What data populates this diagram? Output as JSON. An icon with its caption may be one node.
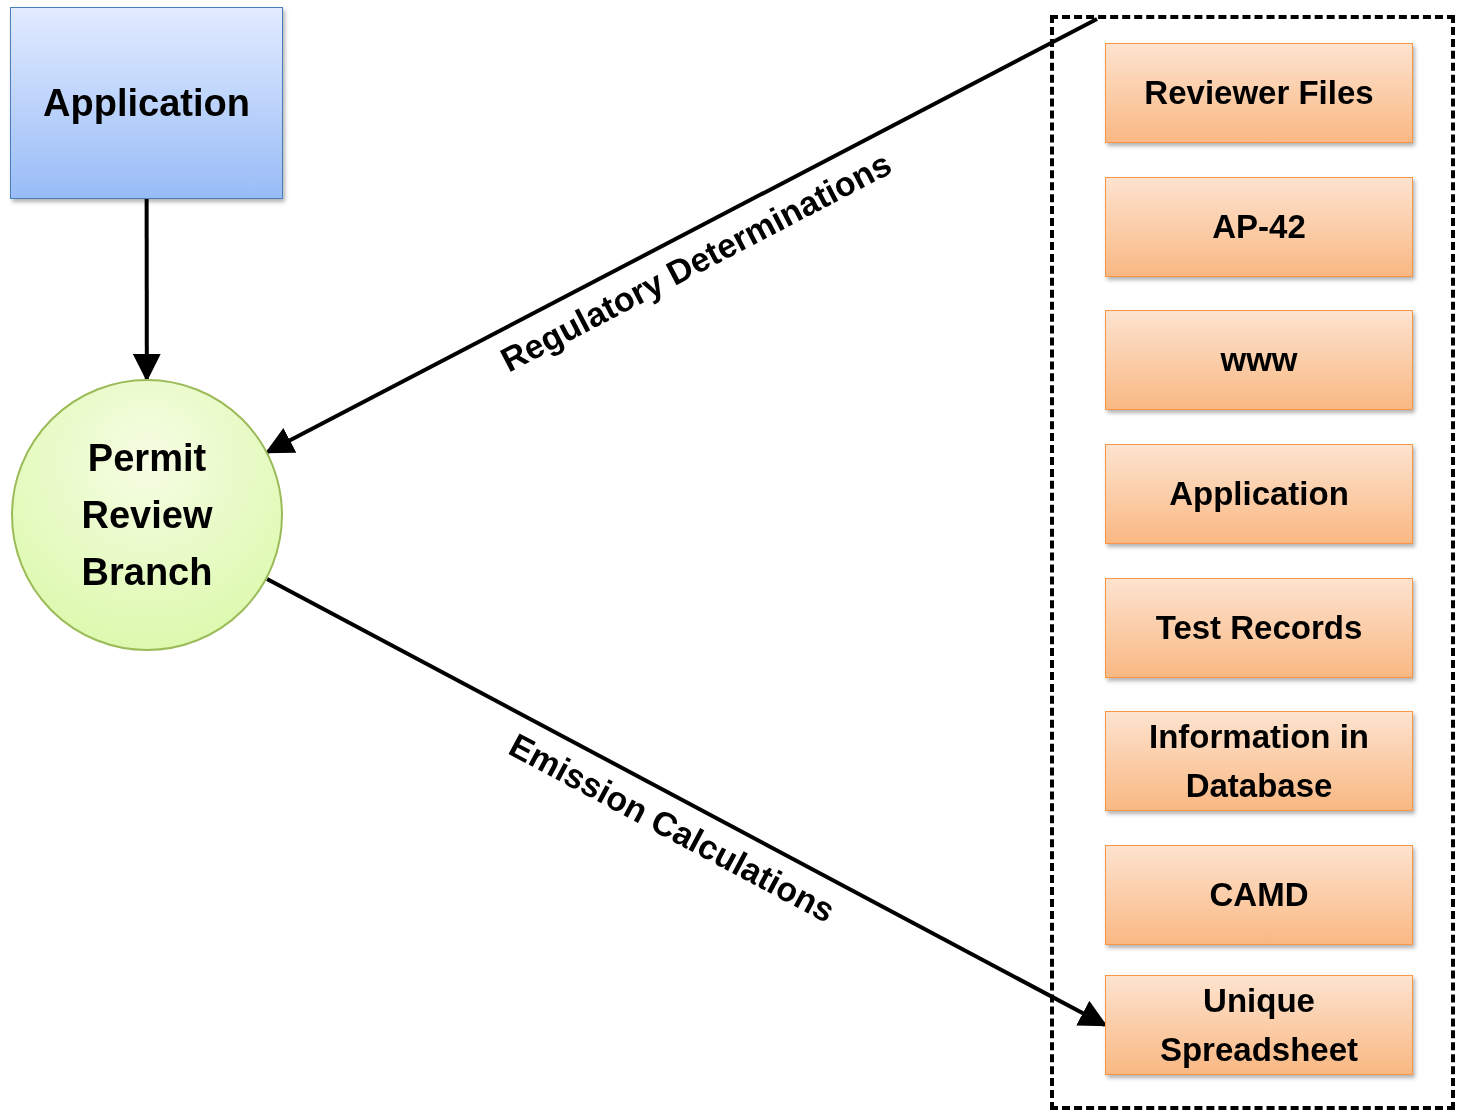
{
  "diagram": {
    "nodes": [
      {
        "text": [
          "Application"
        ]
      },
      {
        "text": [
          "Permit Review Branch"
        ]
      },
      {
        "text": [],
        "shape": "box"
      },
      {
        "text": [
          "Reviewer Files"
        ],
        "in": 2
      },
      {
        "text": [
          "AP-42"
        ],
        "in": 2
      },
      {
        "text": [
          "www"
        ],
        "in": 2
      },
      {
        "text": [
          "Application"
        ],
        "in": 2
      },
      {
        "text": [
          "Test Records"
        ],
        "in": 2
      },
      {
        "text": [
          "Information in Database"
        ],
        "in": 2
      },
      {
        "text": [
          "CAMD"
        ],
        "in": 2
      },
      {
        "text": [
          "Unique Spreadsheet"
        ],
        "in": 2
      }
    ],
    "edges": [
      {
        "from": 0,
        "to": 1,
        "arrow": "to"
      },
      {
        "from": 2,
        "to": 1,
        "arrow": "to",
        "label": "Regulatory Determinations"
      },
      {
        "from": 1,
        "to": 10,
        "arrow": "to",
        "label": "Emission Calculations"
      }
    ]
  }
}
